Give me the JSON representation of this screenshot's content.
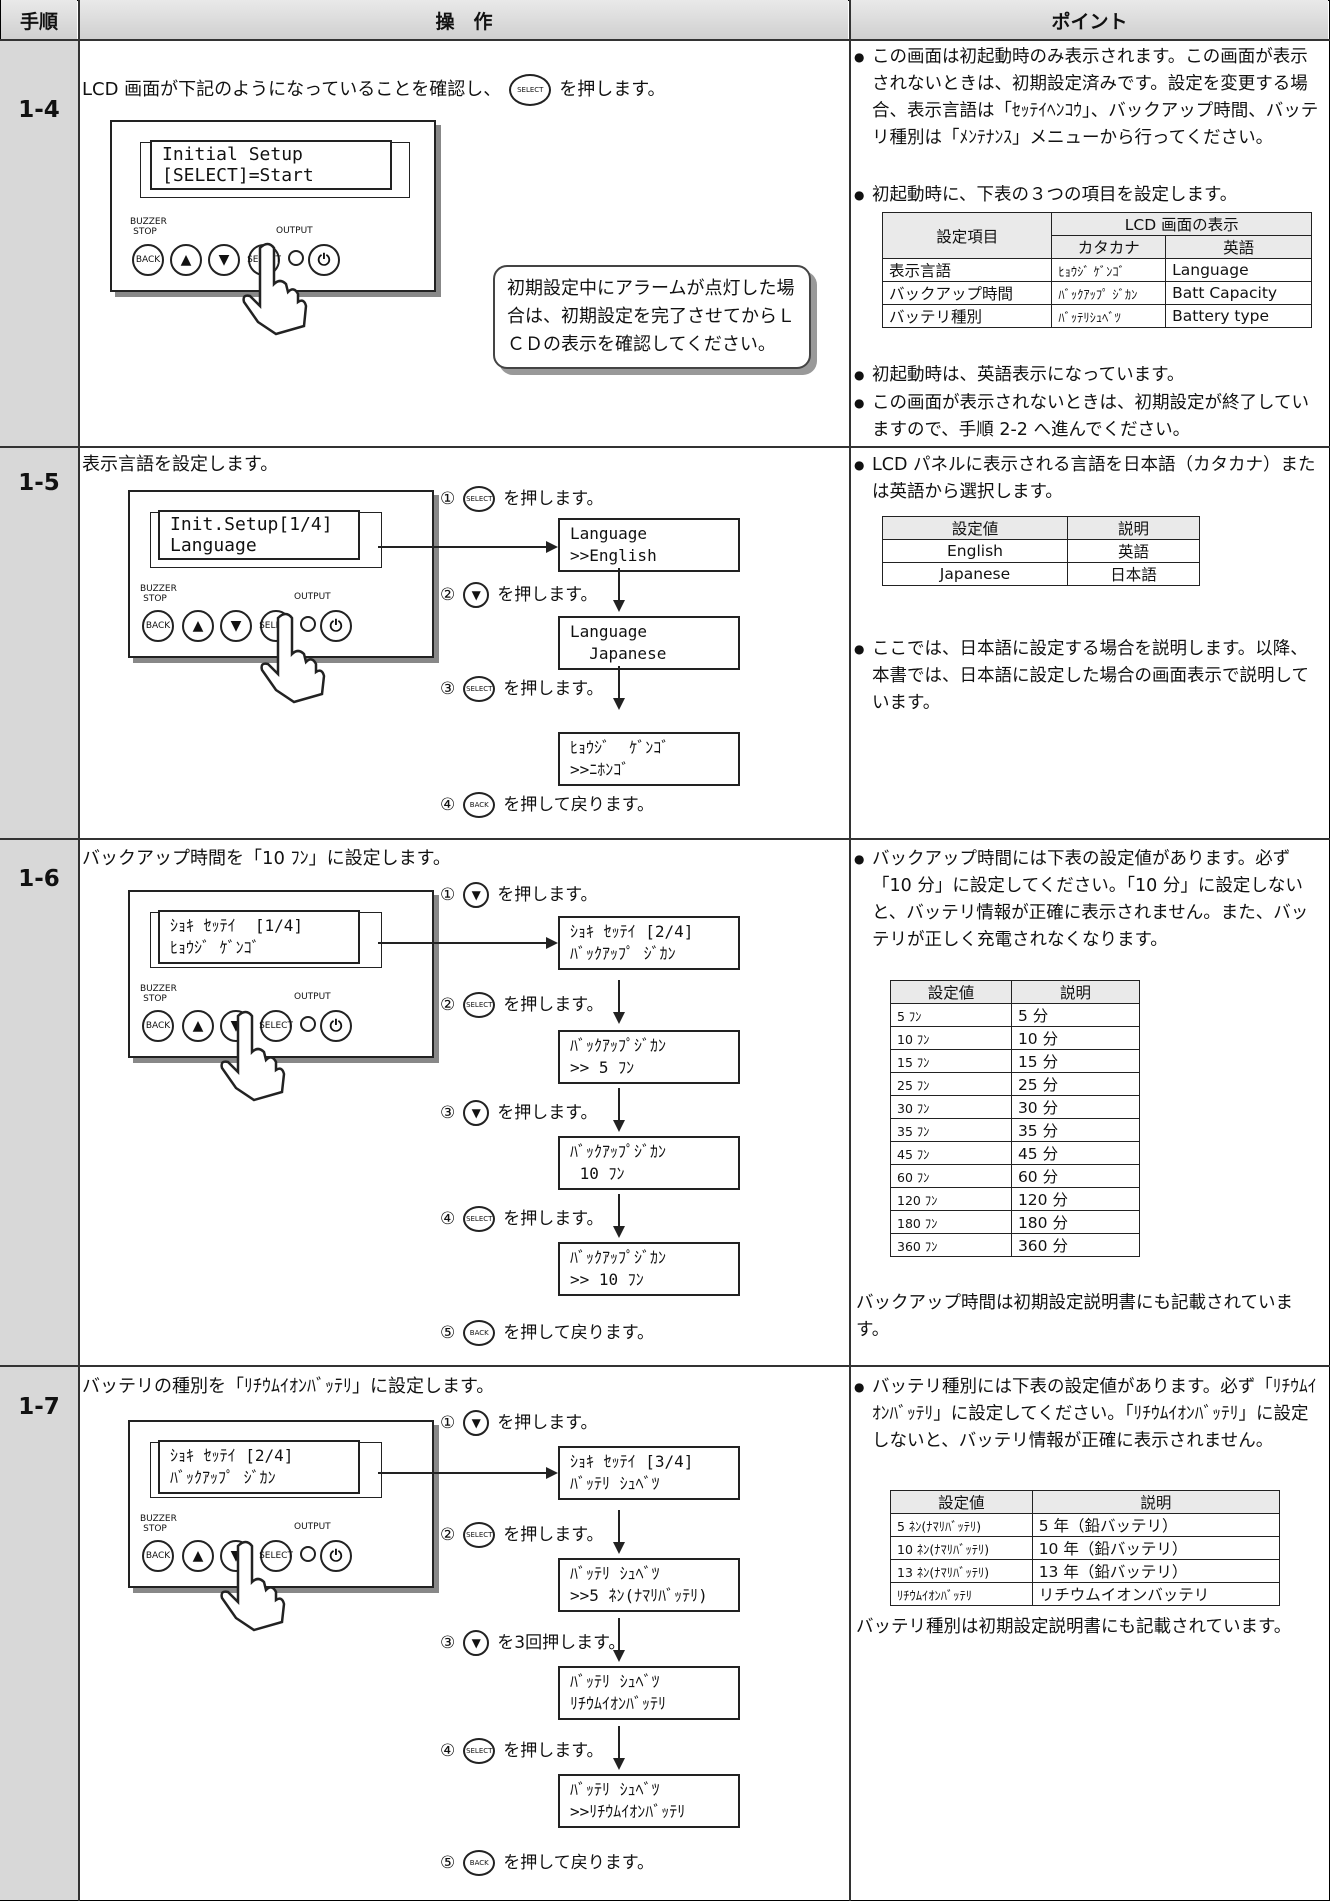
{
  "header": {
    "col_step": "手順",
    "col_operation": "操　作",
    "col_point": "ポイント"
  },
  "labels": {
    "select": "SELECT",
    "back": "BACK",
    "buzzer_stop": "BUZZER STOP",
    "output": "OUTPUT",
    "up": "▲",
    "down": "▼",
    "power": "⏻"
  },
  "steps": {
    "s14": {
      "num": "1-4",
      "intro_a": "LCD 画面が下記のようになっていることを確認し、",
      "intro_b": "を押します。",
      "lcd": "Initial Setup\n[SELECT]=Start",
      "callout": "初期設定中にアラームが点灯した場合は、初期設定を完了させてからＬＣＤの表示を確認してください。",
      "points": [
        "この画面は初起動時のみ表示されます。この画面が表示されないときは、初期設定済みです。設定を変更する場合、表示言語は「ｾｯﾃｲﾍﾝｺｳ」、バックアップ時間、バッテリ種別は「ﾒﾝﾃﾅﾝｽ」メニューから行ってください。",
        "初起動時に、下表の３つの項目を設定します。",
        "初起動時は、英語表示になっています。",
        "この画面が表示されないときは、初期設定が終了していますので、手順 2-2 へ進んでください。"
      ],
      "table": {
        "h_item": "設定項目",
        "h_lcd": "LCD 画面の表示",
        "h_kana": "カタカナ",
        "h_en": "英語",
        "rows": [
          {
            "item": "表示言語",
            "kana": "ﾋｮｳｼﾞ ｹﾞﾝｺﾞ",
            "en": "Language"
          },
          {
            "item": "バックアップ時間",
            "kana": "ﾊﾞｯｸｱｯﾌﾟ ｼﾞｶﾝ",
            "en": "Batt Capacity"
          },
          {
            "item": "バッテリ種別",
            "kana": "ﾊﾞｯﾃﾘｼｭﾍﾞﾂ",
            "en": "Battery type"
          }
        ]
      }
    },
    "s15": {
      "num": "1-5",
      "intro": "表示言語を設定します。",
      "lcd_main": "Init.Setup[1/4]\nLanguage",
      "ops": [
        "①",
        "を押します。",
        "②",
        "を押します。",
        "③",
        "を押します。",
        "④",
        "を押して戻ります。"
      ],
      "lcds": [
        "Language\n>>English",
        "Language\n  Japanese",
        "ﾋｮｳｼﾞ  ｹﾞﾝｺﾞ\n>>ﾆﾎﾝｺﾞ"
      ],
      "points": [
        "LCD パネルに表示される言語を日本語（カタカナ）または英語から選択します。",
        "ここでは、日本語に設定する場合を説明します。以降、本書では、日本語に設定した場合の画面表示で説明しています。"
      ],
      "table": {
        "h_val": "設定値",
        "h_desc": "説明",
        "rows": [
          {
            "v": "English",
            "d": "英語"
          },
          {
            "v": "Japanese",
            "d": "日本語"
          }
        ]
      }
    },
    "s16": {
      "num": "1-6",
      "intro": "バックアップ時間を「10 ﾌﾝ」に設定します。",
      "lcd_main": "ｼｮｷ ｾｯﾃｲ  [1/4]\nﾋｮｳｼﾞ ｹﾞﾝｺﾞ",
      "ops": [
        "①",
        "を押します。",
        "②",
        "を押します。",
        "③",
        "を押します。",
        "④",
        "を押します。",
        "⑤",
        "を押して戻ります。"
      ],
      "lcds": [
        "ｼｮｷ ｾｯﾃｲ [2/4]\nﾊﾞｯｸｱｯﾌﾟ ｼﾞｶﾝ",
        "ﾊﾞｯｸｱｯﾌﾟｼﾞｶﾝ\n>> 5 ﾌﾝ",
        "ﾊﾞｯｸｱｯﾌﾟｼﾞｶﾝ\n 10 ﾌﾝ",
        "ﾊﾞｯｸｱｯﾌﾟｼﾞｶﾝ\n>> 10 ﾌﾝ"
      ],
      "points": [
        "バックアップ時間には下表の設定値があります。必ず「10 分」に設定してください。「10 分」に設定しないと、バッテリ情報が正確に表示されません。また、バッテリが正しく充電されなくなります。"
      ],
      "note": "バックアップ時間は初期設定説明書にも記載されています。",
      "table": {
        "h_val": "設定値",
        "h_desc": "説明",
        "rows": [
          {
            "v": "5 ﾌﾝ",
            "d": "5 分"
          },
          {
            "v": "10 ﾌﾝ",
            "d": "10 分"
          },
          {
            "v": "15 ﾌﾝ",
            "d": "15 分"
          },
          {
            "v": "25 ﾌﾝ",
            "d": "25 分"
          },
          {
            "v": "30 ﾌﾝ",
            "d": "30 分"
          },
          {
            "v": "35 ﾌﾝ",
            "d": "35 分"
          },
          {
            "v": "45 ﾌﾝ",
            "d": "45 分"
          },
          {
            "v": "60 ﾌﾝ",
            "d": "60 分"
          },
          {
            "v": "120 ﾌﾝ",
            "d": "120 分"
          },
          {
            "v": "180 ﾌﾝ",
            "d": "180 分"
          },
          {
            "v": "360 ﾌﾝ",
            "d": "360 分"
          }
        ]
      }
    },
    "s17": {
      "num": "1-7",
      "intro": "バッテリの種別を「ﾘﾁｳﾑｲｵﾝﾊﾞｯﾃﾘ」に設定します。",
      "lcd_main": "ｼｮｷ ｾｯﾃｲ [2/4]\nﾊﾞｯｸｱｯﾌﾟ ｼﾞｶﾝ",
      "ops": [
        "①",
        "を押します。",
        "②",
        "を押します。",
        "③",
        "を3回押します。",
        "④",
        "を押します。",
        "⑤",
        "を押して戻ります。"
      ],
      "lcds": [
        "ｼｮｷ ｾｯﾃｲ [3/4]\nﾊﾞｯﾃﾘ ｼｭﾍﾞﾂ",
        "ﾊﾞｯﾃﾘ ｼｭﾍﾞﾂ\n>>5 ﾈﾝ(ﾅﾏﾘﾊﾞｯﾃﾘ)",
        "ﾊﾞｯﾃﾘ ｼｭﾍﾞﾂ\nﾘﾁｳﾑｲｵﾝﾊﾞｯﾃﾘ",
        "ﾊﾞｯﾃﾘ ｼｭﾍﾞﾂ\n>>ﾘﾁｳﾑｲｵﾝﾊﾞｯﾃﾘ"
      ],
      "points": [
        "バッテリ種別には下表の設定値があります。必ず「ﾘﾁｳﾑｲｵﾝﾊﾞｯﾃﾘ」に設定してください。「ﾘﾁｳﾑｲｵﾝﾊﾞｯﾃﾘ」に設定しないと、バッテリ情報が正確に表示されません。"
      ],
      "note": "バッテリ種別は初期設定説明書にも記載されています。",
      "table": {
        "h_val": "設定値",
        "h_desc": "説明",
        "rows": [
          {
            "v": "5 ﾈﾝ(ﾅﾏﾘﾊﾞｯﾃﾘ)",
            "d": "5 年（鉛バッテリ）"
          },
          {
            "v": "10 ﾈﾝ(ﾅﾏﾘﾊﾞｯﾃﾘ)",
            "d": "10 年（鉛バッテリ）"
          },
          {
            "v": "13 ﾈﾝ(ﾅﾏﾘﾊﾞｯﾃﾘ)",
            "d": "13 年（鉛バッテリ）"
          },
          {
            "v": "ﾘﾁｳﾑｲｵﾝﾊﾞｯﾃﾘ",
            "d": "リチウムイオンバッテリ"
          }
        ]
      }
    }
  }
}
